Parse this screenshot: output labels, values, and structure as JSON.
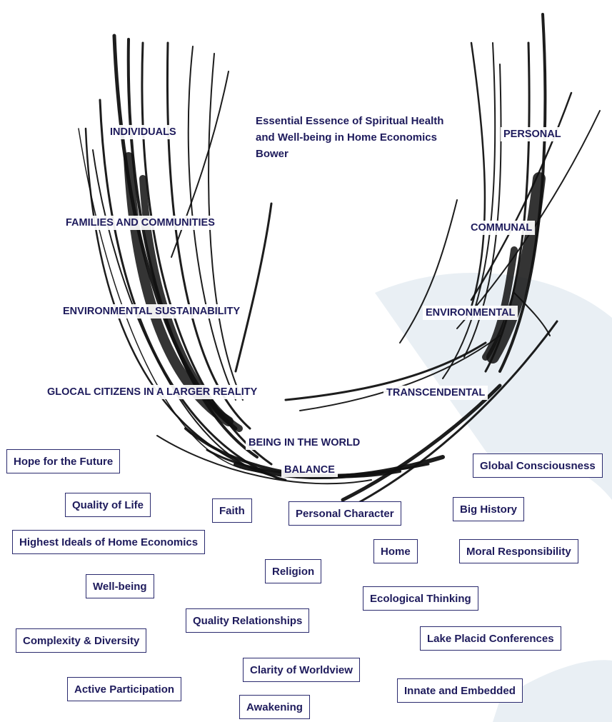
{
  "title": "Essential Essence of Spiritual Health and Well-being in Home Economics Bower",
  "left_labels": [
    "INDIVIDUALS",
    "FAMILIES AND COMMUNITIES",
    "ENVIRONMENTAL SUSTAINABILITY",
    "GLOCAL CITIZENS IN A LARGER REALITY"
  ],
  "right_labels": [
    "PERSONAL",
    "COMMUNAL",
    "ENVIRONMENTAL",
    "TRANSCENDENTAL"
  ],
  "bottom_labels": [
    "BEING IN THE WORLD",
    "BALANCE"
  ],
  "boxes": [
    "Hope for the Future",
    "Quality of Life",
    "Faith",
    "Personal Character",
    "Big History",
    "Global Consciousness",
    "Highest Ideals of Home Economics",
    "Home",
    "Moral Responsibility",
    "Religion",
    "Well-being",
    "Ecological Thinking",
    "Quality Relationships",
    "Complexity & Diversity",
    "Lake Placid Conferences",
    "Clarity of Worldview",
    "Active Participation",
    "Innate and Embedded",
    "Awakening"
  ],
  "colors": {
    "text": "#1e1b5c",
    "border": "#2a2a6e",
    "stroke": "#111111",
    "background_shape": "#e9eff4"
  }
}
